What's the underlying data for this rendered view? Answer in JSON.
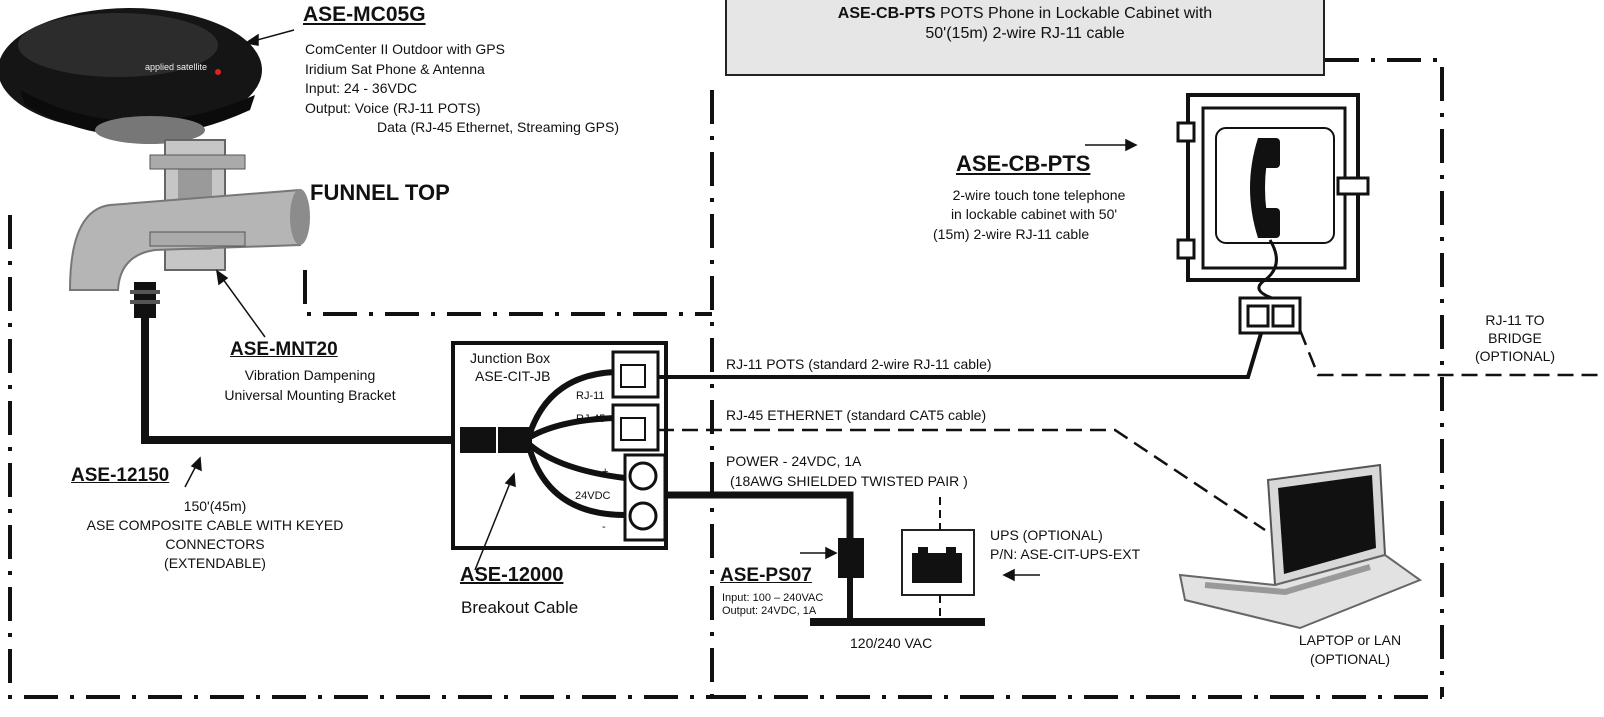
{
  "header": {
    "code": "ASE-CB-PTS",
    "text": "POTS Phone in Lockable Cabinet with",
    "line2": "50'(15m) 2-wire RJ-11 cable"
  },
  "mc05g": {
    "title": "ASE-MC05G",
    "lines": [
      "ComCenter II Outdoor with GPS",
      "Iridium Sat Phone & Antenna",
      "Input: 24 - 36VDC",
      "Output: Voice (RJ-11 POTS)",
      "Data (RJ-45 Ethernet, Streaming GPS)"
    ],
    "brand": "applied satellite"
  },
  "funnel_top": "FUNNEL TOP",
  "cbpts": {
    "title": "ASE-CB-PTS",
    "lines": [
      "2-wire touch tone telephone",
      "in lockable cabinet with 50'",
      "(15m) 2-wire RJ-11 cable"
    ]
  },
  "mnt20": {
    "title": "ASE-MNT20",
    "lines": [
      "Vibration Dampening",
      "Universal Mounting Bracket"
    ]
  },
  "junction": {
    "line1": "Junction Box",
    "line2": "ASE-CIT-JB",
    "rj11": "RJ-11",
    "rj45": "RJ-45",
    "plus": "+",
    "vdc": "24VDC",
    "minus": "-"
  },
  "cables": {
    "rj11": "RJ-11 POTS (standard 2-wire RJ-11 cable)",
    "rj45": "RJ-45 ETHERNET (standard CAT5  cable)",
    "power1": "POWER - 24VDC, 1A",
    "power2": "(18AWG SHIELDED TWISTED PAIR )"
  },
  "bridge": {
    "lines": [
      "RJ-11 TO",
      "BRIDGE",
      "(OPTIONAL)"
    ]
  },
  "a12150": {
    "title": "ASE-12150",
    "lines": [
      "150'(45m)",
      "ASE COMPOSITE CABLE WITH KEYED",
      "CONNECTORS",
      "(EXTENDABLE)"
    ]
  },
  "a12000": {
    "title": "ASE-12000",
    "sub": "Breakout Cable"
  },
  "ups": {
    "line1": "UPS (OPTIONAL)",
    "line2": "P/N: ASE-CIT-UPS-EXT"
  },
  "ps07": {
    "title": "ASE-PS07",
    "input": "Input: 100 – 240VAC",
    "output": "Output: 24VDC, 1A"
  },
  "mains": "120/240 VAC",
  "laptop": {
    "line1": "LAPTOP or LAN",
    "line2": "(OPTIONAL)"
  }
}
